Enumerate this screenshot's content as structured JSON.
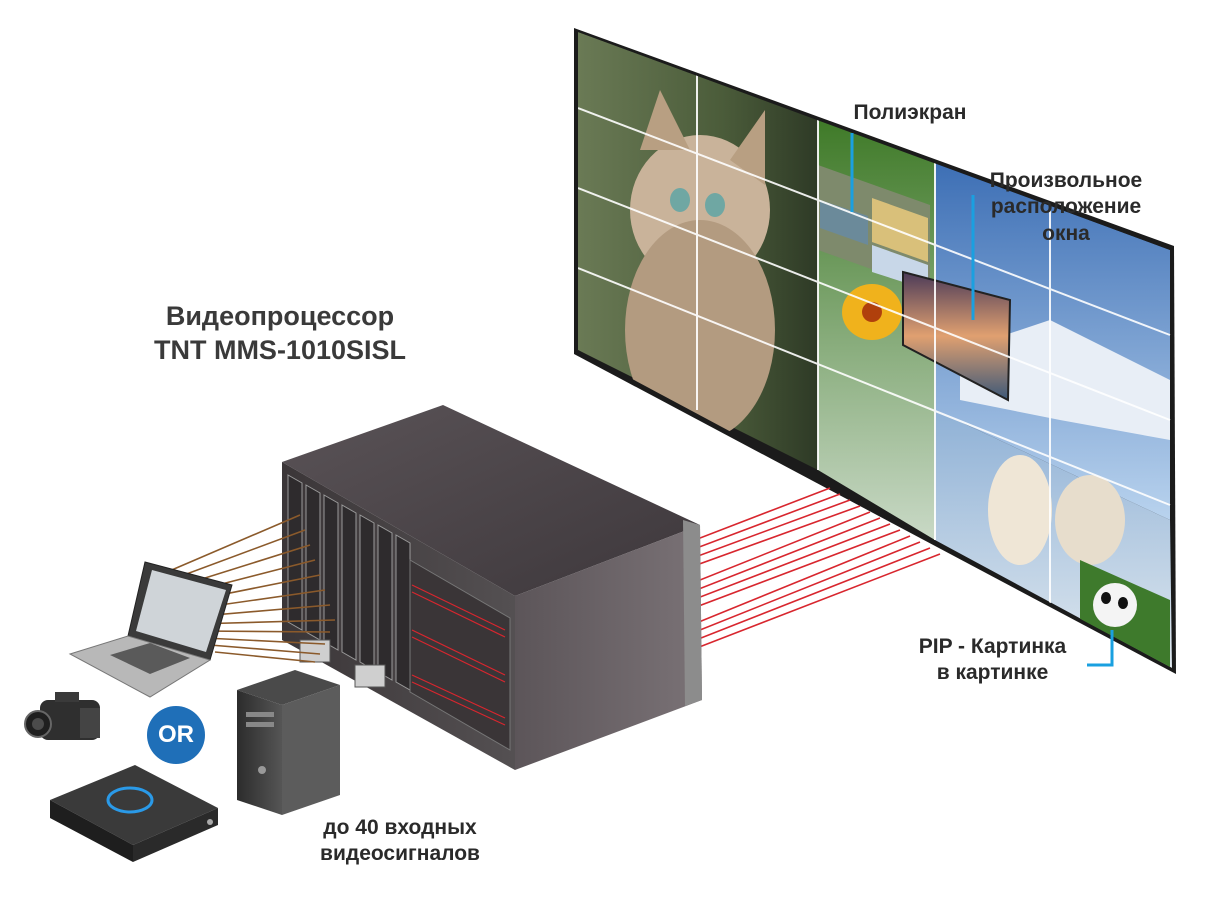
{
  "processor": {
    "title_line1": "Видеопроцессор",
    "title_line2": "TNT MMS-1010SISL"
  },
  "callouts": {
    "polyscreen": "Полиэкран",
    "free_window_line1": "Произвольное",
    "free_window_line2": "расположение",
    "free_window_line3": "окна",
    "pip_line1": "PIP - Картинка",
    "pip_line2": "в картинке"
  },
  "sources": {
    "or_badge": "OR",
    "caption_line1": "до 40 входных",
    "caption_line2": "видеосигналов"
  },
  "colors": {
    "input_cable": "#8b5a2b",
    "output_cable": "#d8262e",
    "callout_line": "#1aa0e0",
    "or_badge": "#1f6fb8"
  },
  "icons": [
    "laptop-icon",
    "camcorder-icon",
    "blu-ray-player-icon",
    "pc-tower-icon"
  ]
}
